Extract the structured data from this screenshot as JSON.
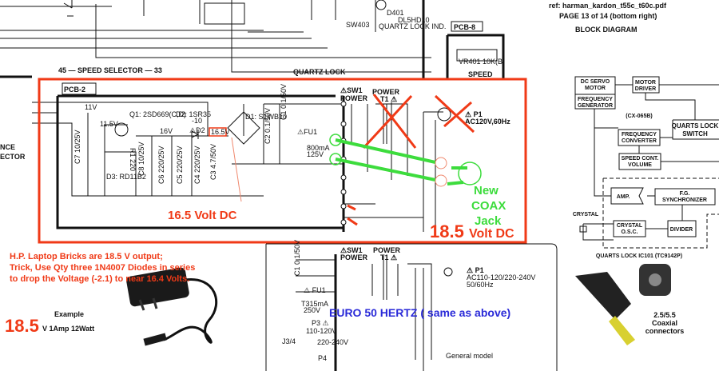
{
  "header": {
    "ref": "ref: harman_kardon_t55c_t60c.pdf",
    "page": "PAGE 13 of 14 (bottom right)",
    "title": "BLOCK DIAGRAM"
  },
  "top_schematic": {
    "sw403": "SW403",
    "led_part": "DL5HD10",
    "led_label": "QUARTZ LOCK IND.",
    "led_ref": "D401",
    "speed_selector": "45 — SPEED SELECTOR — 33",
    "quartz_lock": "QUARTZ LOCK",
    "pcb8": "PCB-8",
    "vr401": "VR401 10K(B)",
    "speed": "SPEED",
    "left_cut": "NCE",
    "left_cut2": "ECTOR"
  },
  "pcb2": {
    "label": "PCB-2",
    "v11": "11V",
    "v115": "11.5V",
    "v16": "16V",
    "q1": "Q1: 2SD669(C,D)",
    "d2": "D2: 1SR35",
    "d2b": "-10",
    "d2_ref": "⚠D2",
    "v165_box": "16.5V",
    "d1": "D1: S1WB10",
    "d3": "D3: RD11B2",
    "r1": "R1 220",
    "c7": "C7 10/25V",
    "c8": "C8 10/25V",
    "c6": "C6 220/25V",
    "c5": "C5 220/25V",
    "c4": "C4 220/25V",
    "c3": "C3 4.7/50V",
    "c2": "C2 0.1/50V",
    "c1": "C1 0.1/50V",
    "sw1": "⚠SW1",
    "power": "POWER",
    "t_power": "POWER",
    "t1": "T1 ⚠",
    "fu1": "⚠FU1",
    "fu1_rating": "800mA",
    "fu1_v": "125V",
    "p1": "⚠ P1",
    "p1_rating": "AC120V,60Hz"
  },
  "annotations": {
    "volt165": "16.5 Volt DC",
    "new_coax": [
      "New",
      "COAX",
      "Jack"
    ],
    "volt185_num": "18.5",
    "volt185_unit": "Volt DC",
    "note_lines": [
      "H.P. Laptop Bricks are  18.5 V output;",
      "Trick, Use Qty three 1N4007 Diodes in series",
      "to drop the Voltage (-2.1) to near 16.4 Volts."
    ],
    "example": "Example",
    "example_num": "18.5",
    "example_spec": "V 1Amp 12Watt",
    "euro": "EURO 50 HERTZ ( same as above)",
    "connector_lines": [
      "2.5/5.5",
      "Coaxial",
      "connectors"
    ]
  },
  "general_model": {
    "sw1": "⚠SW1",
    "power": "POWER",
    "t_power": "POWER",
    "t1": "T1 ⚠",
    "c1": "C1 0.1/50V",
    "fu1": "⚠ FU1",
    "fu1_rating": "T315mA",
    "fu1_v": "250V",
    "p3": "P3 ⚠",
    "p3_v": "110-120V",
    "j34": "J3/4",
    "v220": "220-240V",
    "p4": "P4",
    "p1": "⚠ P1",
    "p1_rating": "AC110-120/220-240V",
    "p1_freq": "50/60Hz",
    "label": "General model"
  },
  "block_diagram": {
    "dc_servo": [
      "DC SERVO",
      "MOTOR"
    ],
    "freq_gen": [
      "FREQUENCY",
      "GENERATOR"
    ],
    "motor_driver": [
      "MOTOR",
      "DRIVER"
    ],
    "cx": "(CX-065B)",
    "freq_conv": [
      "FREQUENCY",
      "CONVERTER"
    ],
    "quarts_switch": [
      "QUARTS LOCK",
      "SWITCH"
    ],
    "speed_cont": [
      "SPEED CONT.",
      "VOLUME"
    ],
    "amp": "AMP.",
    "fg_sync": [
      "F.G.",
      "SYNCHRONIZER"
    ],
    "crystal": "CRYSTAL",
    "crystal_osc": [
      "CRYSTAL",
      "O.S.C."
    ],
    "divider": "DIVIDER",
    "ic": "QUARTS LOCK IC101 (TC9142P)"
  },
  "colors": {
    "accent_red": "#f03a17",
    "green": "#3ddc3d",
    "blue": "#2a2ad8"
  }
}
